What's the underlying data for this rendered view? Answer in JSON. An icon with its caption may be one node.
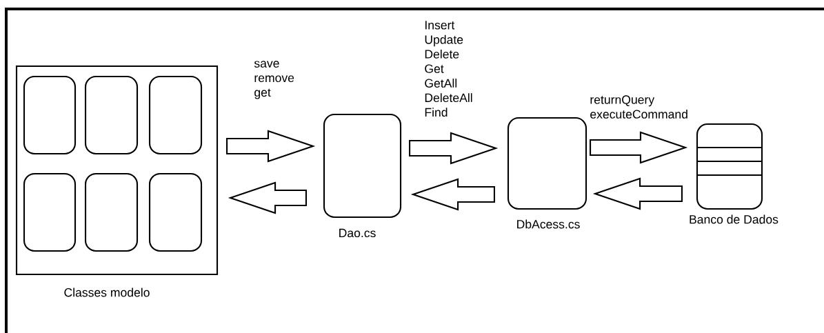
{
  "diagram": {
    "nodes": [
      {
        "text": [
          "Classes modelo"
        ]
      },
      {
        "text": [],
        "shape": "box",
        "in": 0
      },
      {
        "text": [],
        "shape": "box",
        "in": 0
      },
      {
        "text": [],
        "shape": "box",
        "in": 0
      },
      {
        "text": [],
        "shape": "box",
        "in": 0
      },
      {
        "text": [],
        "shape": "box",
        "in": 0
      },
      {
        "text": [],
        "shape": "box",
        "in": 0
      },
      {
        "text": [
          "Dao.cs"
        ]
      },
      {
        "text": [
          "DbAcess.cs"
        ]
      },
      {
        "text": [
          "Banco de Dados"
        ]
      }
    ],
    "edges": [
      {
        "from": 0,
        "to": 7,
        "arrow": "to",
        "label": "save remove get"
      },
      {
        "from": 7,
        "to": 0,
        "arrow": "to"
      },
      {
        "from": 7,
        "to": 8,
        "arrow": "to",
        "label": "Insert Update Delete Get GetAll DeleteAll Find"
      },
      {
        "from": 8,
        "to": 7,
        "arrow": "to"
      },
      {
        "from": 8,
        "to": 9,
        "arrow": "to",
        "label": "returnQuery executeCommand"
      },
      {
        "from": 9,
        "to": 8,
        "arrow": "to"
      }
    ]
  }
}
